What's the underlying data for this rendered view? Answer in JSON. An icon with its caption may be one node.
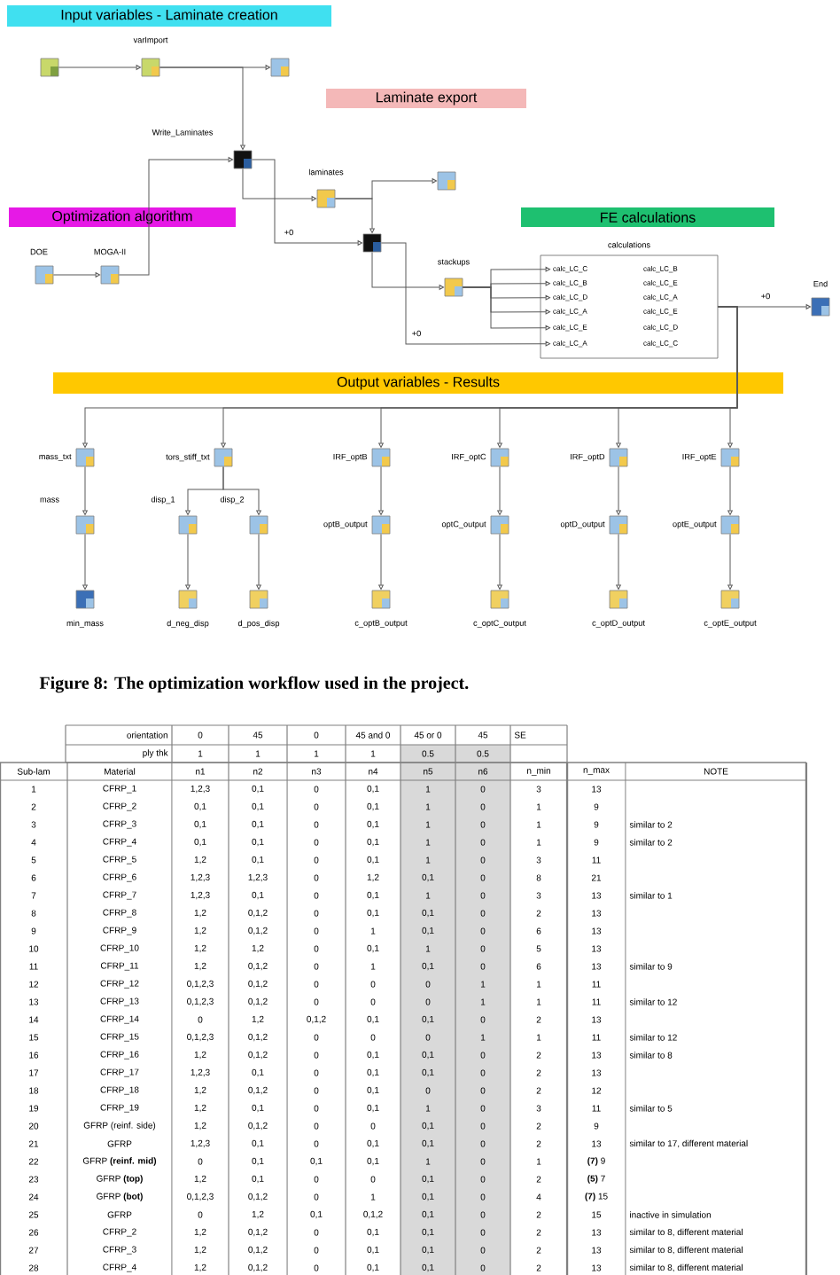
{
  "diagram": {
    "caption": "Figure 8: The optimization workflow used in the project.",
    "nodes": [
      {
        "text": [
          "Input variables - Laminate creation"
        ]
      },
      {
        "text": [
          "Laminate export"
        ]
      },
      {
        "text": [
          "Optimization algorithm"
        ]
      },
      {
        "text": [
          "FE calculations"
        ]
      },
      {
        "text": [
          "Output variables - Results"
        ]
      },
      {
        "text": [],
        "shape": "box"
      },
      {
        "text": [
          "varImport"
        ]
      },
      {
        "text": [],
        "shape": "box"
      },
      {
        "text": [
          "Write_Laminates"
        ]
      },
      {
        "text": [
          "laminates"
        ]
      },
      {
        "text": [],
        "shape": "box"
      },
      {
        "text": [
          "DOE"
        ]
      },
      {
        "text": [
          "MOGA-II"
        ]
      },
      {
        "text": [],
        "shape": "box"
      },
      {
        "text": [
          "stackups"
        ]
      },
      {
        "text": [
          "calculations"
        ]
      },
      {
        "text": [
          "calc_LC_C"
        ],
        "in": 15
      },
      {
        "text": [
          "calc_LC_B"
        ],
        "in": 15
      },
      {
        "text": [
          "calc_LC_B"
        ],
        "in": 15
      },
      {
        "text": [
          "calc_LC_E"
        ],
        "in": 15
      },
      {
        "text": [
          "calc_LC_D"
        ],
        "in": 15
      },
      {
        "text": [
          "calc_LC_A"
        ],
        "in": 15
      },
      {
        "text": [
          "calc_LC_A"
        ],
        "in": 15
      },
      {
        "text": [
          "calc_LC_E"
        ],
        "in": 15
      },
      {
        "text": [
          "calc_LC_E"
        ],
        "in": 15
      },
      {
        "text": [
          "calc_LC_D"
        ],
        "in": 15
      },
      {
        "text": [
          "calc_LC_A"
        ],
        "in": 15
      },
      {
        "text": [
          "calc_LC_C"
        ],
        "in": 15
      },
      {
        "text": [
          "End"
        ]
      },
      {
        "text": [
          "mass_txt"
        ]
      },
      {
        "text": [
          "tors_stiff_txt"
        ]
      },
      {
        "text": [
          "IRF_optB"
        ]
      },
      {
        "text": [
          "IRF_optC"
        ]
      },
      {
        "text": [
          "IRF_optD"
        ]
      },
      {
        "text": [
          "IRF_optE"
        ]
      },
      {
        "text": [
          "mass"
        ]
      },
      {
        "text": [
          "disp_1"
        ]
      },
      {
        "text": [
          "disp_2"
        ]
      },
      {
        "text": [
          "optB_output"
        ]
      },
      {
        "text": [
          "optC_output"
        ]
      },
      {
        "text": [
          "optD_output"
        ]
      },
      {
        "text": [
          "optE_output"
        ]
      },
      {
        "text": [
          "min_mass"
        ]
      },
      {
        "text": [
          "d_neg_disp"
        ]
      },
      {
        "text": [
          "d_pos_disp"
        ]
      },
      {
        "text": [
          "c_optB_output"
        ]
      },
      {
        "text": [
          "c_optC_output"
        ]
      },
      {
        "text": [
          "c_optD_output"
        ]
      },
      {
        "text": [
          "c_optE_output"
        ]
      }
    ],
    "edges": [
      {
        "from": 5,
        "to": 6,
        "arrow": "to"
      },
      {
        "from": 6,
        "to": 7,
        "arrow": "to"
      },
      {
        "from": 6,
        "to": 8,
        "arrow": "to"
      },
      {
        "from": 12,
        "to": 8,
        "arrow": "to"
      },
      {
        "from": 11,
        "to": 12,
        "arrow": "to"
      },
      {
        "from": 8,
        "to": 9,
        "arrow": "to"
      },
      {
        "from": 9,
        "to": 10,
        "arrow": "to"
      },
      {
        "from": 9,
        "to": 13,
        "arrow": "to"
      },
      {
        "from": 8,
        "to": 13,
        "arrow": "to",
        "label": "+0"
      },
      {
        "from": 13,
        "to": 14,
        "arrow": "to"
      },
      {
        "from": 14,
        "to": 16,
        "arrow": "to"
      },
      {
        "from": 14,
        "to": 18,
        "arrow": "to"
      },
      {
        "from": 14,
        "to": 20,
        "arrow": "to"
      },
      {
        "from": 14,
        "to": 22,
        "arrow": "to"
      },
      {
        "from": 14,
        "to": 24,
        "arrow": "to"
      },
      {
        "from": 13,
        "to": 26,
        "arrow": "to",
        "label": "+0"
      },
      {
        "from": 15,
        "to": 28,
        "arrow": "to",
        "label": "+0"
      },
      {
        "from": 15,
        "to": 29,
        "arrow": "to"
      },
      {
        "from": 15,
        "to": 30,
        "arrow": "to"
      },
      {
        "from": 15,
        "to": 31,
        "arrow": "to"
      },
      {
        "from": 15,
        "to": 32,
        "arrow": "to"
      },
      {
        "from": 15,
        "to": 33,
        "arrow": "to"
      },
      {
        "from": 15,
        "to": 34,
        "arrow": "to"
      },
      {
        "from": 29,
        "to": 35,
        "arrow": "to"
      },
      {
        "from": 30,
        "to": 36,
        "arrow": "to"
      },
      {
        "from": 30,
        "to": 37,
        "arrow": "to"
      },
      {
        "from": 31,
        "to": 38,
        "arrow": "to"
      },
      {
        "from": 32,
        "to": 39,
        "arrow": "to"
      },
      {
        "from": 33,
        "to": 40,
        "arrow": "to"
      },
      {
        "from": 34,
        "to": 41,
        "arrow": "to"
      },
      {
        "from": 35,
        "to": 42,
        "arrow": "to"
      },
      {
        "from": 36,
        "to": 43,
        "arrow": "to"
      },
      {
        "from": 37,
        "to": 44,
        "arrow": "to"
      },
      {
        "from": 38,
        "to": 45,
        "arrow": "to"
      },
      {
        "from": 39,
        "to": 46,
        "arrow": "to"
      },
      {
        "from": 40,
        "to": 47,
        "arrow": "to"
      },
      {
        "from": 41,
        "to": 48,
        "arrow": "to"
      }
    ],
    "labels": [
      "orientation",
      "0",
      "45",
      "0",
      "45 and 0",
      "45 or 0",
      "45",
      "SE",
      "ply thk",
      "1",
      "1",
      "1",
      "1",
      "0.5",
      "0.5",
      "Sub-lam",
      "Material",
      "n1",
      "n2",
      "n3",
      "n4",
      "n5",
      "n6",
      "n_min",
      "n_max",
      "NOTE",
      "1",
      "CFRP_1",
      "1,2,3",
      "0,1",
      "0",
      "0,1",
      "1",
      "0",
      "3",
      "13",
      "2",
      "CFRP_2",
      "0,1",
      "0,1",
      "0",
      "0,1",
      "1",
      "0",
      "1",
      "9",
      "3",
      "CFRP_3",
      "0,1",
      "0,1",
      "0",
      "0,1",
      "1",
      "0",
      "1",
      "9",
      "similar to 2",
      "4",
      "CFRP_4",
      "0,1",
      "0,1",
      "0",
      "0,1",
      "1",
      "0",
      "1",
      "9",
      "similar to 2",
      "5",
      "CFRP_5",
      "1,2",
      "0,1",
      "0",
      "0,1",
      "1",
      "0",
      "3",
      "11",
      "6",
      "CFRP_6",
      "1,2,3",
      "1,2,3",
      "0",
      "1,2",
      "0,1",
      "0",
      "8",
      "21",
      "7",
      "CFRP_7",
      "1,2,3",
      "0,1",
      "0",
      "0,1",
      "1",
      "0",
      "3",
      "13",
      "similar to 1",
      "8",
      "CFRP_8",
      "1,2",
      "0,1,2",
      "0",
      "0,1",
      "0,1",
      "0",
      "2",
      "13",
      "9",
      "CFRP_9",
      "1,2",
      "0,1,2",
      "0",
      "1",
      "0,1",
      "0",
      "6",
      "13",
      "10",
      "CFRP_10",
      "1,2",
      "1,2",
      "0",
      "0,1",
      "1",
      "0",
      "5",
      "13",
      "11",
      "CFRP_11",
      "1,2",
      "0,1,2",
      "0",
      "1",
      "0,1",
      "0",
      "6",
      "13",
      "similar to 9",
      "12",
      "CFRP_12",
      "0,1,2,3",
      "0,1,2",
      "0",
      "0",
      "0",
      "1",
      "1",
      "11",
      "13",
      "CFRP_13",
      "0,1,2,3",
      "0,1,2",
      "0",
      "0",
      "0",
      "1",
      "1",
      "11",
      "similar to 12",
      "14",
      "CFRP_14",
      "0",
      "1,2",
      "0,1,2",
      "0,1",
      "0,1",
      "0",
      "2",
      "13",
      "15",
      "CFRP_15",
      "0,1,2,3",
      "0,1,2",
      "0",
      "0",
      "0",
      "1",
      "1",
      "11",
      "similar to 12",
      "16",
      "CFRP_16",
      "1,2",
      "0,1,2",
      "0",
      "0,1",
      "0,1",
      "0",
      "2",
      "13",
      "similar to 8",
      "17",
      "CFRP_17",
      "1,2,3",
      "0,1",
      "0",
      "0,1",
      "0,1",
      "0",
      "2",
      "13",
      "18",
      "CFRP_18",
      "1,2",
      "0,1,2",
      "0",
      "0,1",
      "0",
      "0",
      "2",
      "12",
      "19",
      "CFRP_19",
      "1,2",
      "0,1",
      "0",
      "0,1",
      "1",
      "0",
      "3",
      "11",
      "similar to 5",
      "20",
      "GFRP (reinf. side)",
      "1,2",
      "0,1,2",
      "0",
      "0",
      "0,1",
      "0",
      "2",
      "9",
      "21",
      "GFRP",
      "1,2,3",
      "0,1",
      "0",
      "0,1",
      "0,1",
      "0",
      "2",
      "13",
      "similar to 17, different material",
      "22",
      "GFRP **(reinf. mid)**",
      "0",
      "0,1",
      "0,1",
      "0,1",
      "1",
      "0",
      "1",
      "**(7)** 9",
      "23",
      "GFRP **(top)**",
      "1,2",
      "0,1",
      "0",
      "0",
      "0,1",
      "0",
      "2",
      "**(5)** 7",
      "24",
      "GFRP **(bot)**",
      "0,1,2,3",
      "0,1,2",
      "0",
      "1",
      "0,1",
      "0",
      "4",
      "**(7)** 15",
      "25",
      "GFRP",
      "0",
      "1,2",
      "0,1",
      "0,1,2",
      "0,1",
      "0",
      "2",
      "15",
      "inactive in simulation",
      "26",
      "CFRP_2",
      "1,2",
      "0,1,2",
      "0",
      "0,1",
      "0,1",
      "0",
      "2",
      "13",
      "similar to 8, different material",
      "27",
      "CFRP_3",
      "1,2",
      "0,1,2",
      "0",
      "0,1",
      "0,1",
      "0",
      "2",
      "13",
      "similar to 8, different material",
      "28",
      "CFRP_4",
      "1,2",
      "0,1,2",
      "0",
      "0,1",
      "0,1",
      "0",
      "2",
      "13",
      "similar to 8, different material"
    ]
  }
}
